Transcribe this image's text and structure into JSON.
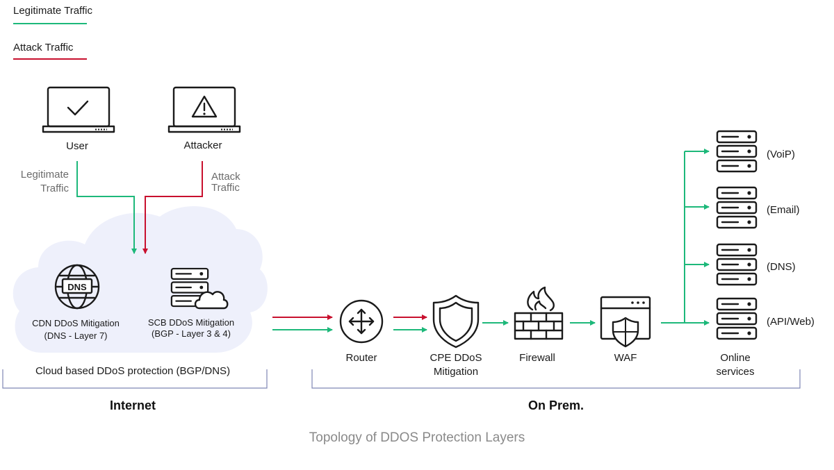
{
  "legend": {
    "legitimate_label": "Legitimate Traffic",
    "attack_label": "Attack Traffic"
  },
  "colors": {
    "legitimate": "#1db87a",
    "attack": "#c8102e",
    "cloud": "#eef0fb"
  },
  "sources": {
    "user_label": "User",
    "attacker_label": "Attacker",
    "legit_flow_line1": "Legitimate",
    "legit_flow_line2": "Traffic",
    "attack_flow_line1": "Attack",
    "attack_flow_line2": "Traffic"
  },
  "cloud": {
    "dns_badge": "DNS",
    "cdn_line1": "CDN DDoS Mitigation",
    "cdn_line2": "(DNS - Layer 7)",
    "scb_line1": "SCB DDoS Mitigation",
    "scb_line2": "(BGP - Layer 3 & 4)",
    "bracket_label": "Cloud based DDoS protection (BGP/DNS)"
  },
  "onprem": {
    "router_label": "Router",
    "cpe_line1": "CPE DDoS",
    "cpe_line2": "Mitigation",
    "firewall_label": "Firewall",
    "waf_label": "WAF",
    "online_line1": "Online",
    "online_line2": "services"
  },
  "services": [
    "(VoiP)",
    "(Email)",
    "(DNS)",
    "(API/Web)"
  ],
  "sections": {
    "internet": "Internet",
    "onprem": "On Prem."
  },
  "caption": "Topology of DDOS Protection Layers"
}
